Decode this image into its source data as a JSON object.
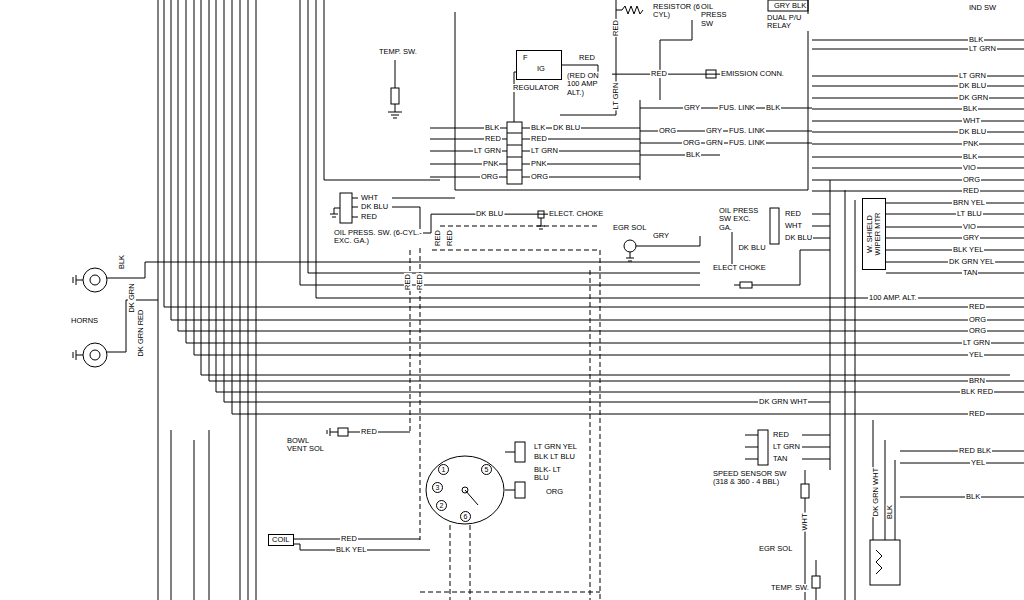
{
  "diagram": {
    "nodes": [
      {
        "text": [
          "RESISTOR (6 CYL)"
        ]
      },
      {
        "text": [
          "OIL PRESS SW"
        ]
      },
      {
        "text": [
          "DUAL P/U RELAY"
        ]
      },
      {
        "text": [
          "IND SW"
        ]
      },
      {
        "text": [
          "F",
          "IG",
          "REGULATOR"
        ]
      },
      {
        "text": [
          "EMISSION CONN."
        ]
      },
      {
        "text": [
          "TEMP. SW."
        ]
      },
      {
        "text": [
          "OIL PRESS. SW. (6-CYL.-EXC. GA.)"
        ]
      },
      {
        "text": [
          "ELECT. CHOKE"
        ]
      },
      {
        "text": [
          "EGR SOL"
        ]
      },
      {
        "text": [
          "OIL PRESS SW EXC. GA."
        ]
      },
      {
        "text": [
          "ELECT CHOKE"
        ]
      },
      {
        "text": [
          "W. SHIELD WIPER MTR"
        ]
      },
      {
        "text": [
          "HORNS"
        ]
      },
      {
        "text": [
          "BOWL VENT SOL"
        ]
      },
      {
        "text": [
          "1",
          "5",
          "3",
          "2",
          "6"
        ]
      },
      {
        "text": [
          "COIL"
        ]
      },
      {
        "text": [
          "SPEED SENSOR SW (318 & 360 - 4 BBL)"
        ]
      },
      {
        "text": [
          "EGR SOL"
        ]
      },
      {
        "text": [
          "TEMP. SW."
        ]
      }
    ],
    "edges": [
      {
        "from": 4,
        "to": 5,
        "arrow": "none",
        "label": "RED"
      },
      {
        "from": 7,
        "to": 8,
        "arrow": "none",
        "label": "DK BLU"
      },
      {
        "from": 10,
        "to": 11,
        "arrow": "none",
        "label": "DK BLU"
      }
    ],
    "labels": [
      "GRY BLK",
      "RED",
      "RED",
      "LT GRN",
      "(RED ON 100 AMP ALT.)",
      "BLK",
      "LT GRN",
      "LT GRN",
      "DK BLU",
      "DK GRN",
      "BLK",
      "WHT",
      "DK BLU",
      "PNK",
      "BLK",
      "VIO",
      "ORG",
      "RED",
      "BRN YEL",
      "LT BLU",
      "VIO",
      "GRY",
      "BLK YEL",
      "DK GRN YEL",
      "TAN",
      "BLK",
      "RED",
      "LT GRN",
      "PNK",
      "ORG",
      "BLK",
      "DK BLU",
      "RED",
      "LT GRN",
      "PNK",
      "ORG",
      "GRY",
      "FUS. LINK",
      "BLK",
      "ORG",
      "GRY",
      "FUS. LINK",
      "ORG",
      "GRN",
      "FUS. LINK",
      "BLK",
      "WHT",
      "DK BLU",
      "RED",
      "RED",
      "RED",
      "GRY",
      "RED",
      "WHT",
      "DK BLU",
      "100 AMP. ALT.",
      "BLK",
      "DK GRN",
      "DK GRN RED",
      "RED",
      "RED",
      "DK GRN WHT",
      "RED",
      "LT GRN YEL",
      "BLK LT BLU",
      "BLK- LT BLU",
      "ORG",
      "RED",
      "BLK YEL",
      "RED",
      "LT GRN",
      "TAN",
      "WHT",
      "DK GRN WHT",
      "BLK",
      "RED",
      "ORG",
      "ORG",
      "LT GRN",
      "YEL",
      "BRN",
      "BLK RED",
      "RED",
      "RED BLK",
      "YEL",
      "BLK"
    ]
  }
}
